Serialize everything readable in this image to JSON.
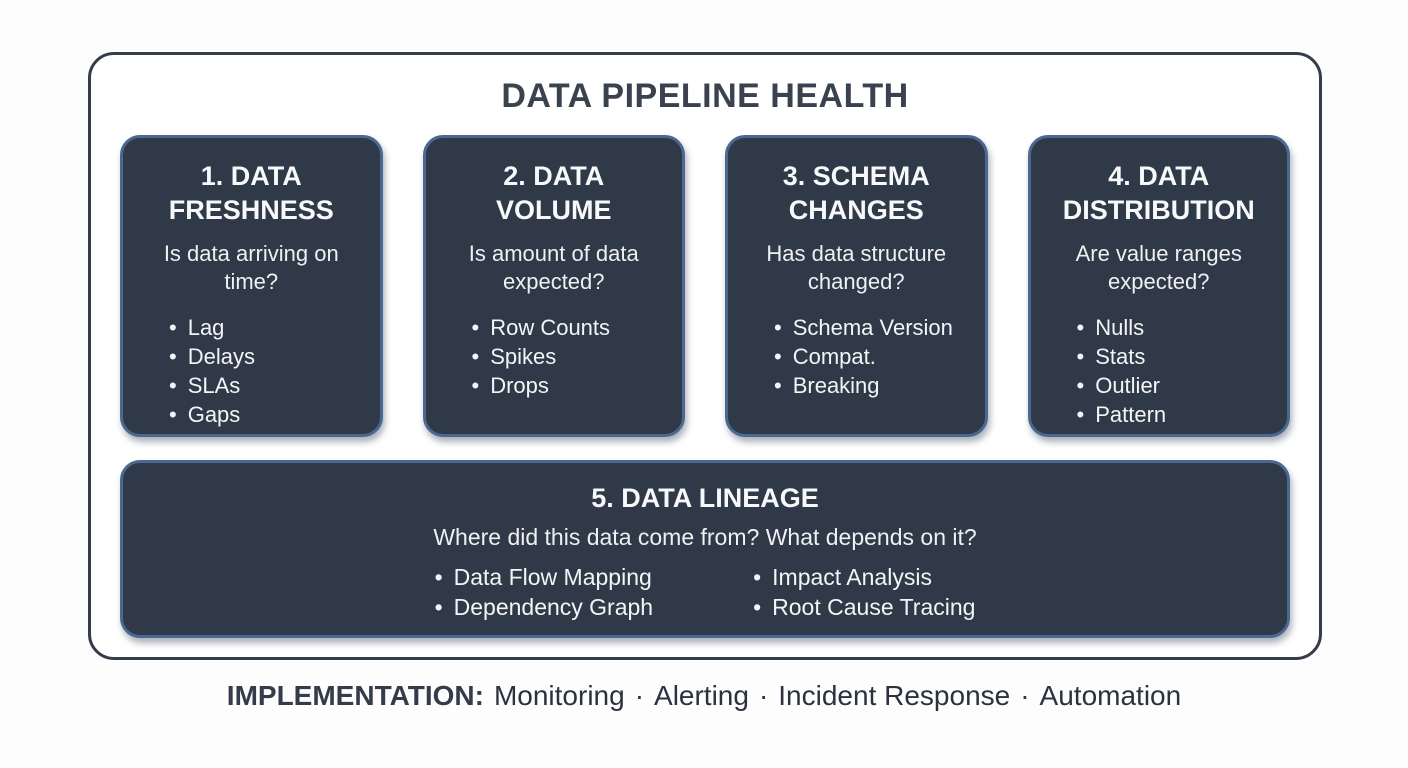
{
  "title": "DATA PIPELINE HEALTH",
  "cards": [
    {
      "title": "1. DATA FRESHNESS",
      "question": "Is data arriving on time?",
      "bullets": [
        "Lag",
        "Delays",
        "SLAs",
        "Gaps"
      ]
    },
    {
      "title": "2. DATA VOLUME",
      "question": "Is amount of data expected?",
      "bullets": [
        "Row Counts",
        "Spikes",
        "Drops"
      ]
    },
    {
      "title": "3. SCHEMA CHANGES",
      "question": "Has data structure changed?",
      "bullets": [
        "Schema Version",
        "Compat.",
        "Breaking"
      ]
    },
    {
      "title": "4. DATA DISTRIBUTION",
      "question": "Are value ranges expected?",
      "bullets": [
        "Nulls",
        "Stats",
        "Outlier",
        "Pattern"
      ]
    }
  ],
  "lineage": {
    "title": "5. DATA LINEAGE",
    "question": "Where did this data come from? What depends on it?",
    "columns": [
      {
        "bullets": [
          "Data Flow Mapping",
          "Dependency Graph"
        ]
      },
      {
        "bullets": [
          "Impact Analysis",
          "Root Cause Tracing"
        ]
      }
    ]
  },
  "footer": {
    "label": "IMPLEMENTATION:",
    "items": [
      "Monitoring",
      "Alerting",
      "Incident Response",
      "Automation"
    ],
    "separator": "·"
  },
  "colors": {
    "page_background": "#fdfdfd",
    "panel_background": "#ffffff",
    "panel_border": "#363d4a",
    "card_background": "#2f3947",
    "card_border": "#4a6890",
    "card_text": "#f3f5f7",
    "title_text": "#3a4250",
    "footer_text": "#2b323e"
  }
}
